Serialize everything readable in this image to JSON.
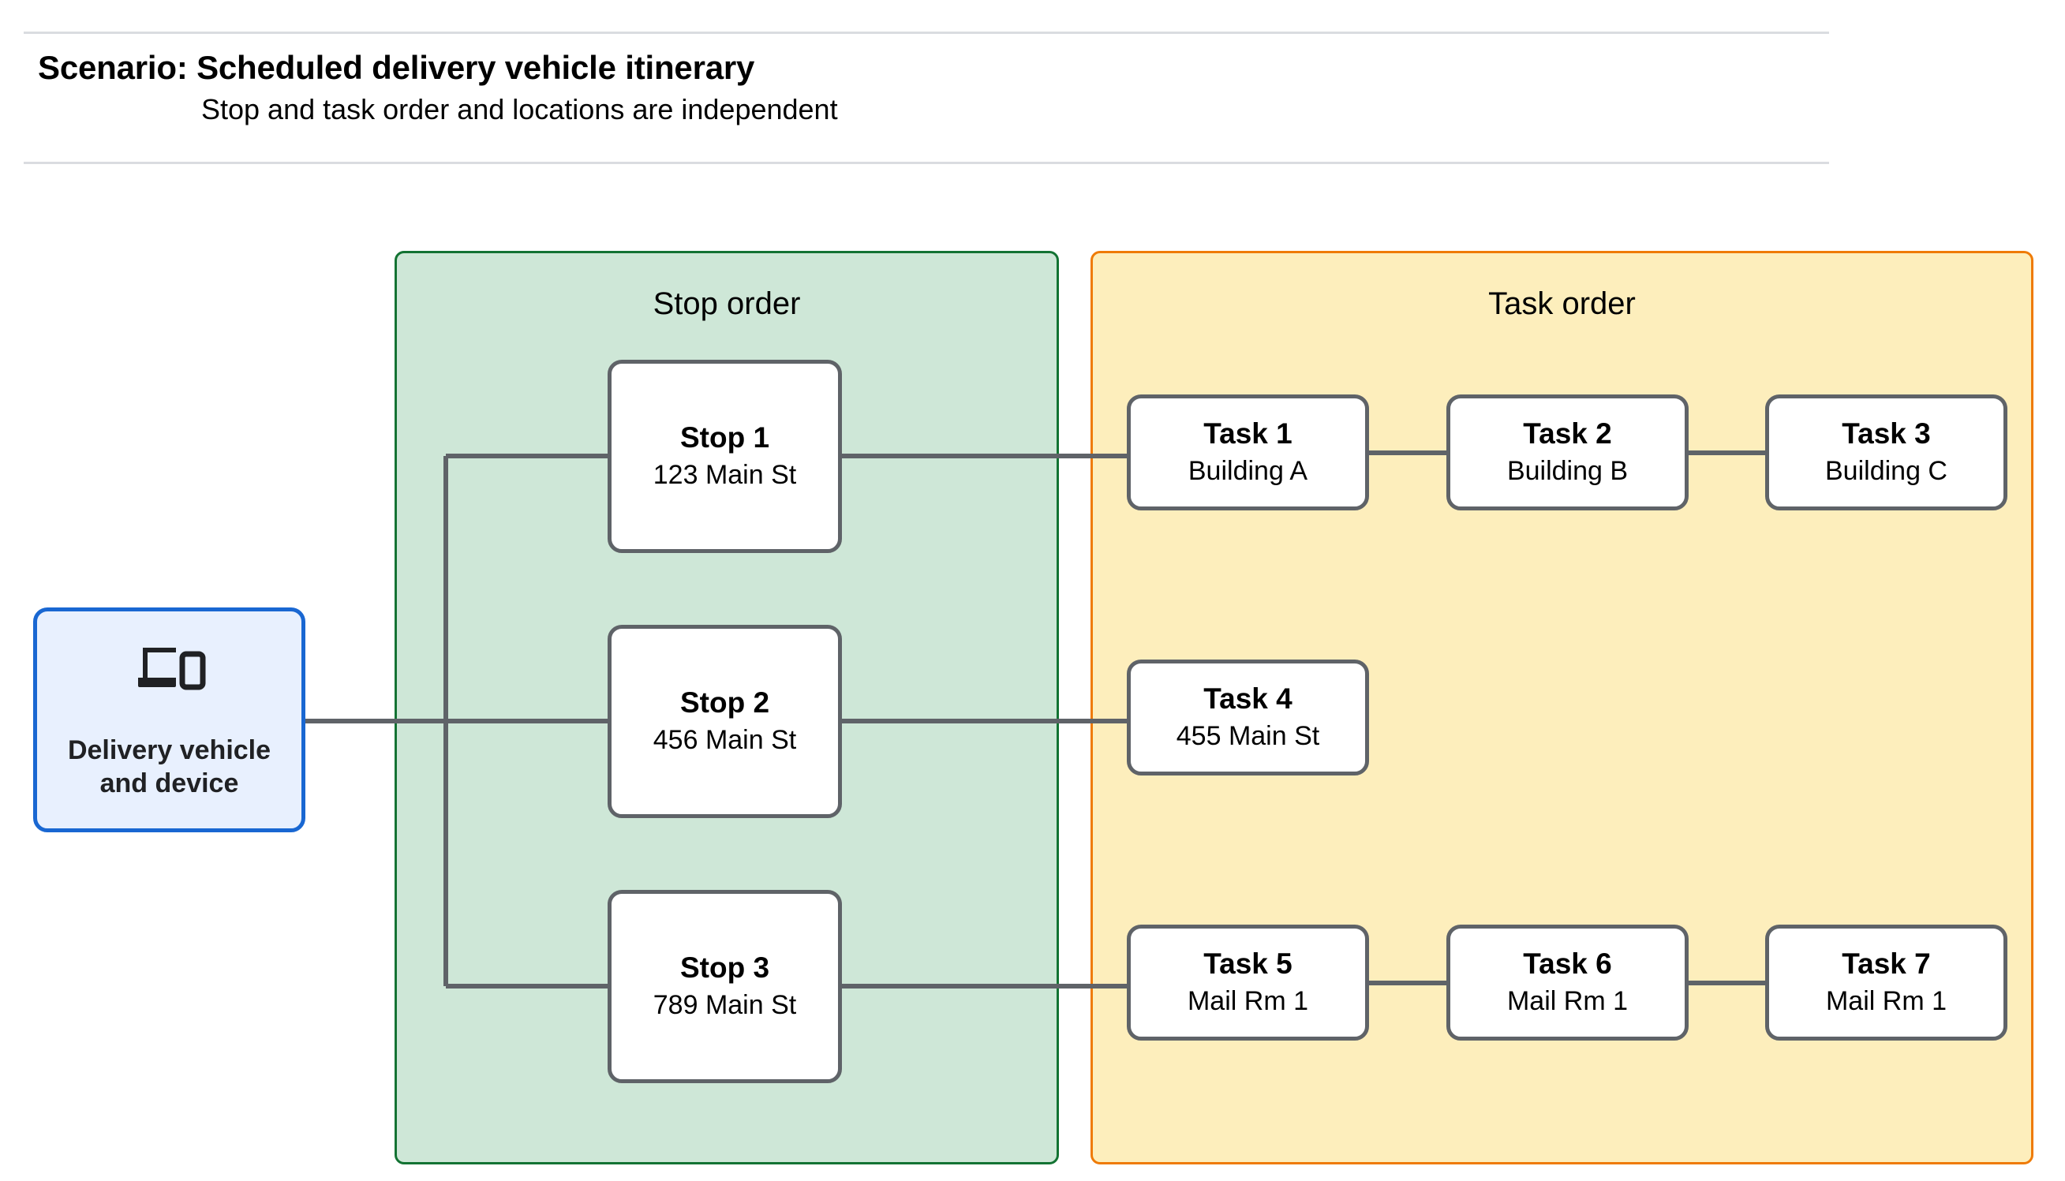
{
  "header": {
    "title": "Scenario: Scheduled delivery vehicle itinerary",
    "subtitle": "Stop and task order and locations are independent"
  },
  "device": {
    "icon": "devices-laptop-phone-icon",
    "label": "Delivery vehicle\nand device",
    "border_color": "#1967D2",
    "fill_color": "#E8F0FE"
  },
  "stop_panel": {
    "title": "Stop order",
    "fill_color": "#CEE7D7",
    "border_color": "#137333",
    "stops": [
      {
        "title": "Stop 1",
        "address": "123 Main St"
      },
      {
        "title": "Stop 2",
        "address": "456 Main St"
      },
      {
        "title": "Stop 3",
        "address": "789 Main St"
      }
    ]
  },
  "task_panel": {
    "title": "Task order",
    "fill_color": "#FDEEBC",
    "border_color": "#EF7B07",
    "rows": [
      {
        "tasks": [
          {
            "title": "Task 1",
            "location": "Building A"
          },
          {
            "title": "Task 2",
            "location": "Building B"
          },
          {
            "title": "Task 3",
            "location": "Building C"
          }
        ]
      },
      {
        "tasks": [
          {
            "title": "Task 4",
            "location": "455 Main St"
          }
        ]
      },
      {
        "tasks": [
          {
            "title": "Task 5",
            "location": "Mail Rm 1"
          },
          {
            "title": "Task 6",
            "location": "Mail Rm 1"
          },
          {
            "title": "Task 7",
            "location": "Mail Rm 1"
          }
        ]
      }
    ]
  },
  "connector_color": "#5F6368",
  "node_border_color": "#5F6368",
  "divider_color": "#DADCE0"
}
